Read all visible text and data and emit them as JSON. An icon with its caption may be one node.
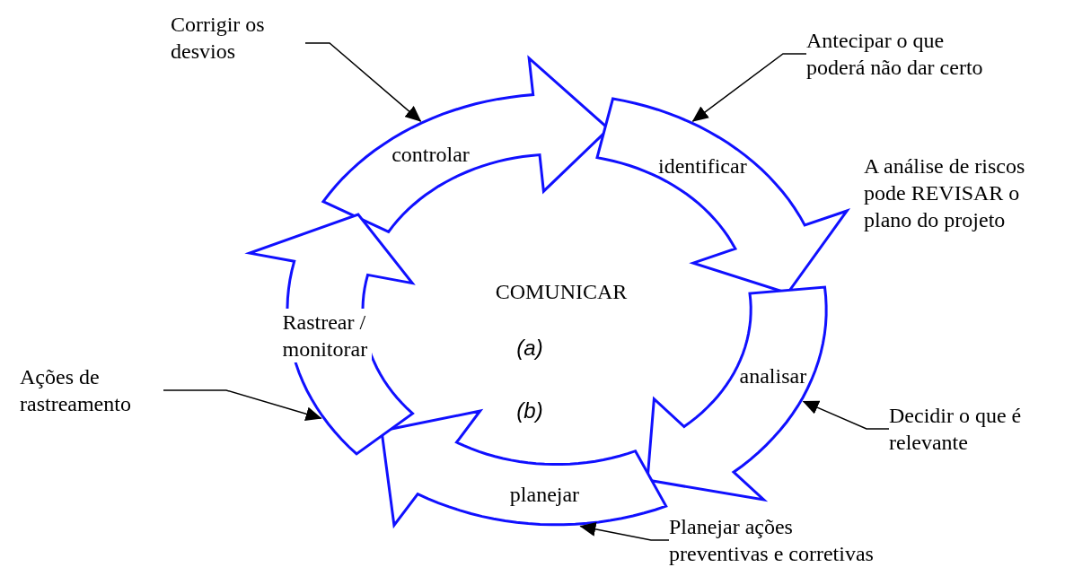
{
  "diagram": {
    "nodes": [
      {
        "text": [
          "Corrigir os desvios"
        ]
      },
      {
        "text": [
          "Antecipar o que poderá não dar certo"
        ]
      },
      {
        "text": [
          "controlar"
        ]
      },
      {
        "text": [
          "identificar"
        ]
      },
      {
        "text": [
          "Rastrear / monitorar"
        ]
      },
      {
        "text": [
          "analisar"
        ]
      },
      {
        "text": [
          "Ações de rastreamento"
        ]
      },
      {
        "text": [
          "planejar"
        ]
      },
      {
        "text": [
          "Decidir o que é relevante"
        ]
      },
      {
        "text": [
          "Planejar ações preventivas e corretivas"
        ]
      }
    ],
    "edges": [
      {
        "from": 0,
        "to": 2,
        "arrow": "to"
      },
      {
        "from": 1,
        "to": 3,
        "arrow": "to"
      },
      {
        "from": 8,
        "to": 5,
        "arrow": "to"
      },
      {
        "from": 9,
        "to": 7,
        "arrow": "to"
      },
      {
        "from": 6,
        "to": 4,
        "arrow": "to"
      }
    ],
    "labels": [
      "A análise de riscos pode REVISAR o plano do projeto",
      "COMUNICAR",
      "(a)",
      "(b)"
    ]
  }
}
